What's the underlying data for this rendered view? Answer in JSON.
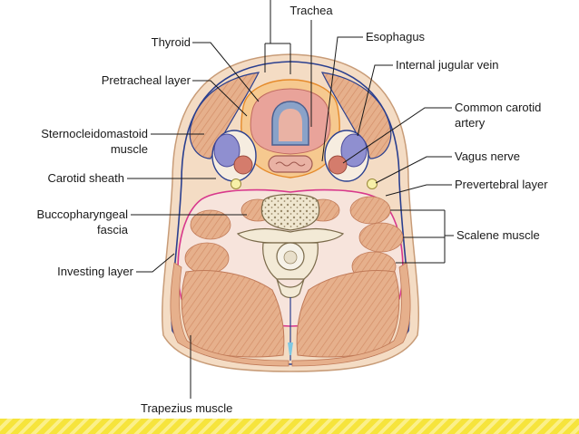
{
  "labels": {
    "trachea": "Trachea",
    "esophagus": "Esophagus",
    "thyroid": "Thyroid",
    "internal_jugular_vein": "Internal jugular vein",
    "pretracheal_layer": "Pretracheal layer",
    "common_carotid_line1": "Common carotid",
    "common_carotid_line2": "artery",
    "sternocleidomastoid_line1": "Sternocleidomastoid",
    "sternocleidomastoid_line2": "muscle",
    "vagus_nerve": "Vagus nerve",
    "carotid_sheath": "Carotid sheath",
    "prevertebral_layer": "Prevertebral layer",
    "buccopharyngeal_line1": "Buccopharyngeal",
    "buccopharyngeal_line2": "fascia",
    "scalene_muscle": "Scalene muscle",
    "investing_layer": "Investing layer",
    "trapezius_muscle": "Trapezius muscle"
  },
  "colors": {
    "skin": "#f4dcc4",
    "muscle": "#e6b08c",
    "muscle_stripe": "#d4906a",
    "investing_line": "#2a3f8f",
    "prevertebral_line": "#d8388c",
    "vein": "#8f8fd0",
    "artery": "#d47c6c",
    "nerve": "#f7f0a8",
    "bone": "#f3ead6",
    "thyroid": "#e9a39a",
    "stripe": "#f6e43c"
  }
}
